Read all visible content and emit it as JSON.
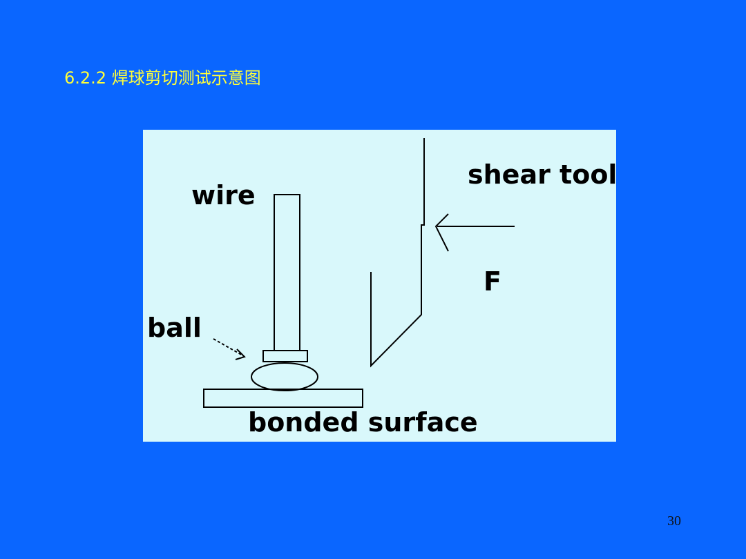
{
  "slide": {
    "title": "6.2.2 焊球剪切测试示意图",
    "page_number": "30"
  },
  "diagram": {
    "labels": {
      "wire": "wire",
      "shear_tool": "shear tool",
      "force": "F",
      "ball": "ball",
      "bonded_surface": "bonded surface"
    }
  }
}
